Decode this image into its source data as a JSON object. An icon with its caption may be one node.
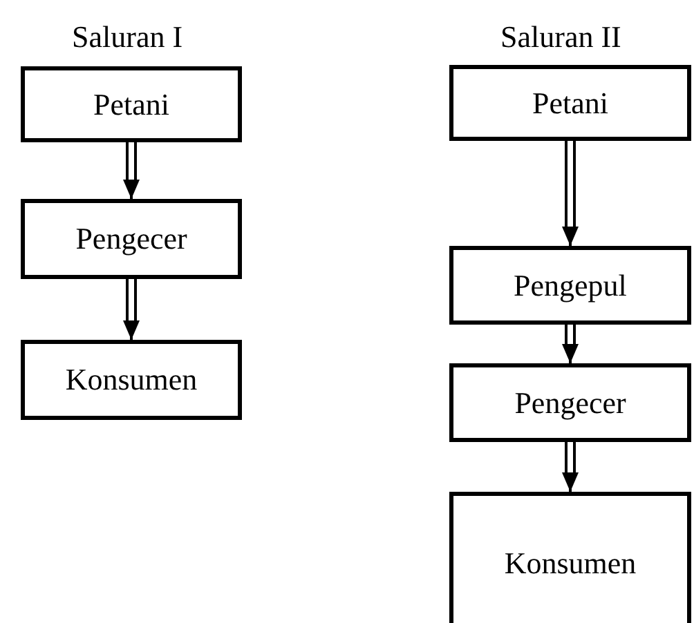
{
  "diagram": {
    "nodes": [
      {
        "text": [
          "Petani"
        ]
      },
      {
        "text": [
          "Pengecer"
        ]
      },
      {
        "text": [
          "Konsumen"
        ]
      },
      {
        "text": [
          "Petani"
        ]
      },
      {
        "text": [
          "Pengepul"
        ]
      },
      {
        "text": [
          "Pengecer"
        ]
      },
      {
        "text": [
          "Konsumen"
        ]
      }
    ],
    "edges": [
      {
        "from": 0,
        "to": 1,
        "arrow": "to"
      },
      {
        "from": 1,
        "to": 2,
        "arrow": "to"
      },
      {
        "from": 3,
        "to": 4,
        "arrow": "to"
      },
      {
        "from": 4,
        "to": 5,
        "arrow": "to"
      },
      {
        "from": 5,
        "to": 6,
        "arrow": "to"
      }
    ],
    "labels": [
      "Saluran I",
      "Saluran II"
    ]
  }
}
